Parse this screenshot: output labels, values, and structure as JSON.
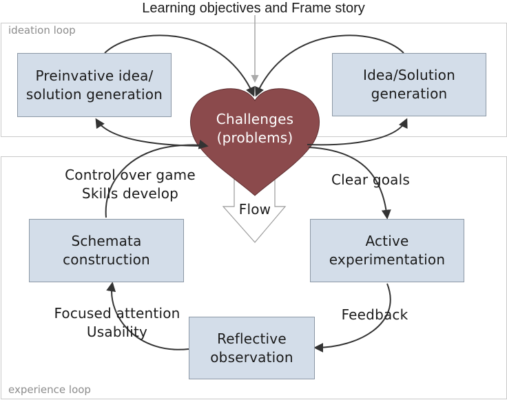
{
  "title": "Learning objectives and Frame story",
  "loops": {
    "ideation": "ideation loop",
    "experience": "experience loop"
  },
  "nodes": {
    "preinvative": "Preinvative idea/\nsolution generation",
    "idea_solution": "Idea/Solution\ngeneration",
    "challenges": "Challenges\n(problems)",
    "schemata": "Schemata\nconstruction",
    "active": "Active\nexperimentation",
    "reflective": "Reflective\nobservation"
  },
  "labels": {
    "flow": "Flow",
    "control": "Control over game\nSkills develop",
    "clear_goals": "Clear goals",
    "focused": "Focused attention\nUsability",
    "feedback": "Feedback"
  },
  "colors": {
    "heart_fill": "#8b4a4c",
    "node_fill": "#d3dde9",
    "node_border": "#8a96a4",
    "arrow": "#333333",
    "title_arrow": "#aaaaaa"
  }
}
